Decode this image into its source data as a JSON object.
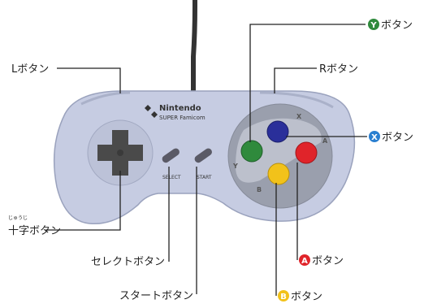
{
  "controller": {
    "brand": "Nintendo",
    "model": "SUPER Famicom",
    "face_letters": {
      "x": "X",
      "y": "Y",
      "a": "A",
      "b": "B"
    },
    "select_text": "SELECT",
    "start_text": "START",
    "colors": {
      "body": "#c6cce2",
      "body_edge": "#9aa2bd",
      "button_well": "#9a9fad",
      "dpad": "#4a4a4a",
      "green": "#2f8a3c",
      "blue": "#2a2f9a",
      "red": "#e0242a",
      "yellow": "#f2c21a",
      "cable": "#333333"
    }
  },
  "labels": {
    "l_button": "Lボタン",
    "r_button": "Rボタン",
    "dpad": "十字ボタン",
    "dpad_furigana": "じゅうじ",
    "select": "セレクトボタン",
    "start": "スタートボタン",
    "y_button": {
      "letter": "Y",
      "text": "ボタン"
    },
    "x_button": {
      "letter": "X",
      "text": "ボタン"
    },
    "a_button": {
      "letter": "A",
      "text": "ボタン"
    },
    "b_button": {
      "letter": "B",
      "text": "ボタン"
    }
  }
}
